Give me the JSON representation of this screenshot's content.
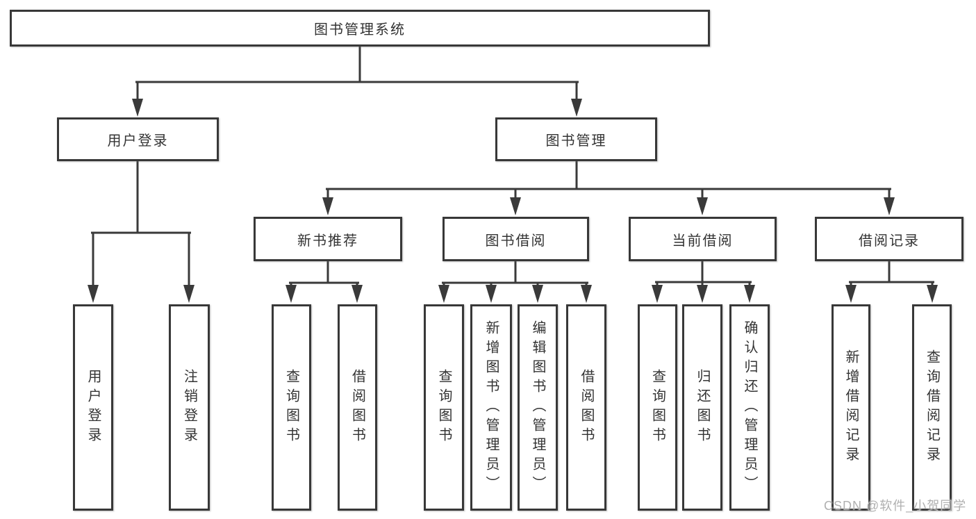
{
  "tree": {
    "label": "图书管理系统",
    "children": [
      {
        "label": "用户登录",
        "children": [
          {
            "label": "用户登录"
          },
          {
            "label": "注销登录"
          }
        ]
      },
      {
        "label": "图书管理",
        "children": [
          {
            "label": "新书推荐",
            "children": [
              {
                "label": "查询图书"
              },
              {
                "label": "借阅图书"
              }
            ]
          },
          {
            "label": "图书借阅",
            "children": [
              {
                "label": "查询图书"
              },
              {
                "label": "新增图书（管理员）"
              },
              {
                "label": "编辑图书（管理员）"
              },
              {
                "label": "借阅图书"
              }
            ]
          },
          {
            "label": "当前借阅",
            "children": [
              {
                "label": "查询图书"
              },
              {
                "label": "归还图书"
              },
              {
                "label": "确认归还（管理员）"
              }
            ]
          },
          {
            "label": "借阅记录",
            "children": [
              {
                "label": "新增借阅记录"
              },
              {
                "label": "查询借阅记录"
              }
            ]
          }
        ]
      }
    ]
  },
  "watermark": "CSDN @软件_小贺同学",
  "colors": {
    "line": "#3a3a3a",
    "border": "#383838",
    "text": "#333333",
    "watermark": "#b0b0b0",
    "background": "#ffffff"
  }
}
